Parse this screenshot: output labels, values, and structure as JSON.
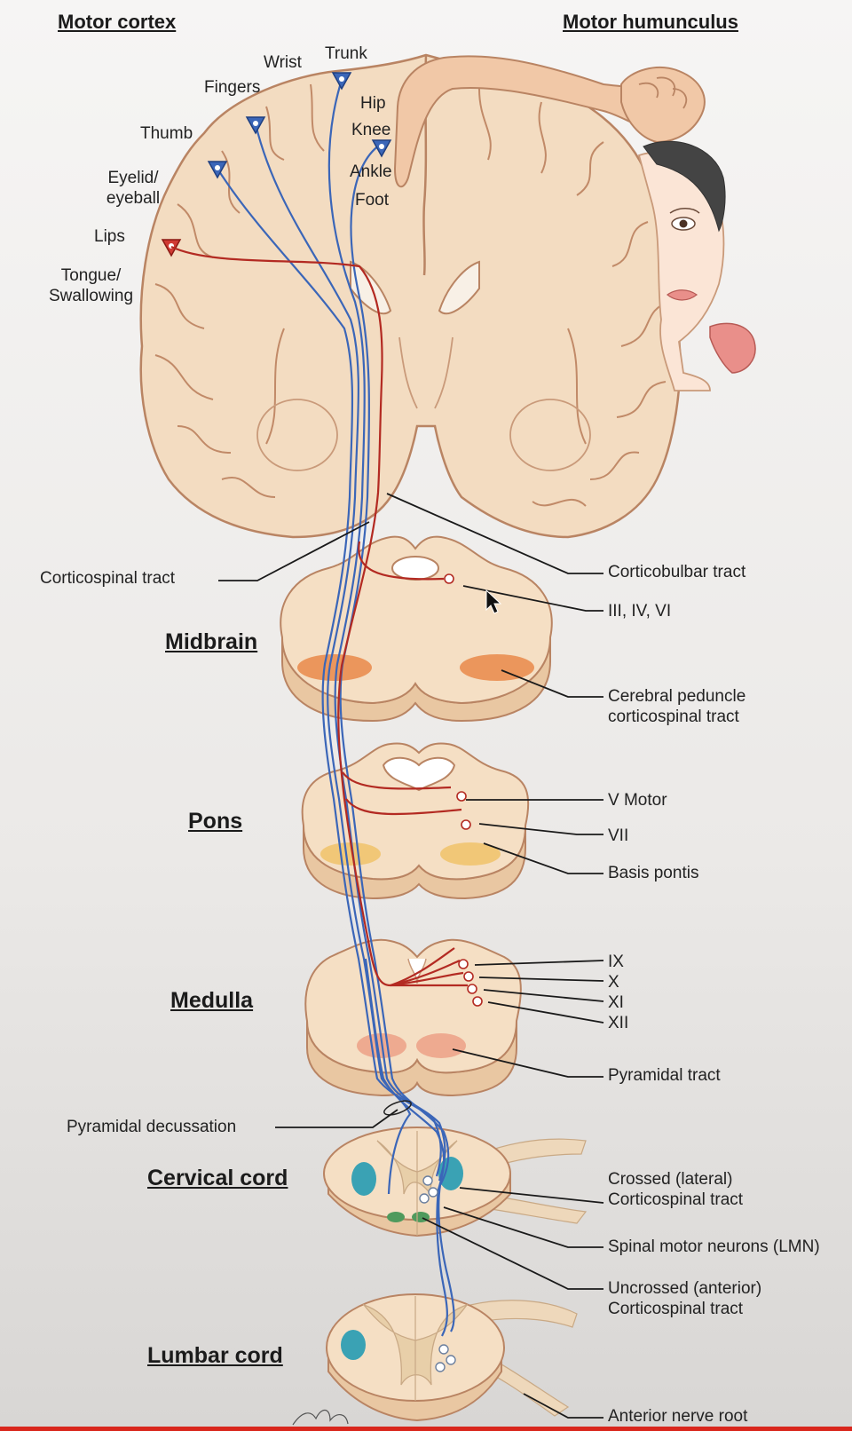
{
  "headers": {
    "motor_cortex": "Motor cortex",
    "motor_homunculus": "Motor humunculus"
  },
  "body_parts": {
    "trunk": "Trunk",
    "wrist": "Wrist",
    "fingers": "Fingers",
    "hip": "Hip",
    "knee": "Knee",
    "thumb": "Thumb",
    "eyelid_1": "Eyelid/",
    "eyelid_2": "eyeball",
    "ankle": "Ankle",
    "foot": "Foot",
    "lips": "Lips",
    "tongue_1": "Tongue/",
    "tongue_2": "Swallowing"
  },
  "sections": {
    "midbrain": "Midbrain",
    "pons": "Pons",
    "medulla": "Medulla",
    "cervical": "Cervical cord",
    "lumbar": "Lumbar cord"
  },
  "labels": {
    "corticospinal_tract": "Corticospinal tract",
    "corticobulbar_tract": "Corticobulbar tract",
    "cn_3_4_6": "III, IV, VI",
    "cerebral_peduncle_1": "Cerebral peduncle",
    "cerebral_peduncle_2": "corticospinal tract",
    "v_motor": "V Motor",
    "vii": "VII",
    "basis_pontis": "Basis pontis",
    "ix": "IX",
    "x": "X",
    "xi": "XI",
    "xii": "XII",
    "pyramidal_tract": "Pyramidal tract",
    "pyramidal_decussation": "Pyramidal decussation",
    "crossed_1": "Crossed (lateral)",
    "crossed_2": "Corticospinal tract",
    "spinal_motor_neurons": "Spinal motor neurons (LMN)",
    "uncrossed_1": "Uncrossed (anterior)",
    "uncrossed_2": "Corticospinal tract",
    "anterior_nerve_root": "Anterior nerve root"
  },
  "colors": {
    "tissue": "#f3dcc1",
    "tissue_outline": "#b98463",
    "corticospinal": "#3b66b8",
    "corticobulbar": "#b32a22",
    "tract_fill": "#e98a4a",
    "anterior_horn": "#3aa2b4",
    "anterior_tract": "#4f9a5d",
    "caption_bar": "#d9261c"
  }
}
